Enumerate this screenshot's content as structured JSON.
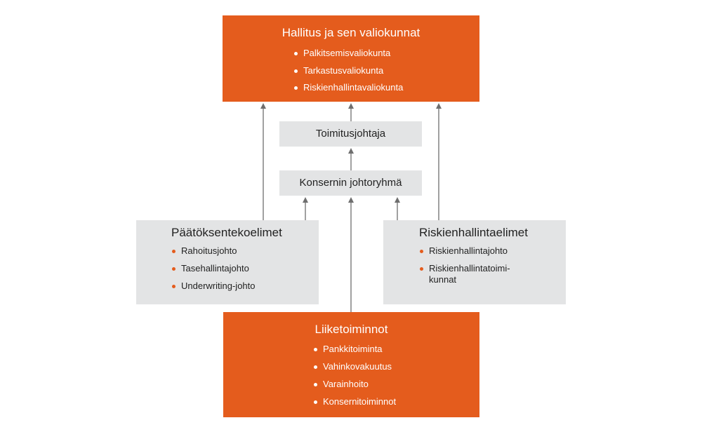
{
  "colors": {
    "accent": "#e45c1d",
    "grey_box": "#e3e4e5",
    "arrow": "#6e6e6e"
  },
  "hallitus": {
    "title": "Hallitus ja sen valiokunnat",
    "items": [
      "Palkitsemisvaliokunta",
      "Tarkastusvaliokunta",
      "Riskienhallintavaliokunta"
    ]
  },
  "toimitusjohtaja": {
    "title": "Toimitusjohtaja"
  },
  "johtoryhma": {
    "title": "Konsernin johtoryhmä"
  },
  "paatoksenteko": {
    "title": "Päätöksentekoelimet",
    "items": [
      "Rahoitusjohto",
      "Tasehallintajohto",
      "Underwriting-johto"
    ]
  },
  "riskienhallinta": {
    "title": "Riskienhallintaelimet",
    "items": [
      "Riskienhallintajohto",
      "Riskienhallintatoimi-kunnat"
    ]
  },
  "liiketoiminnot": {
    "title": "Liiketoiminnot",
    "items": [
      "Pankkitoiminta",
      "Vahinkovakuutus",
      "Varainhoito",
      "Konsernitoiminnot"
    ]
  }
}
